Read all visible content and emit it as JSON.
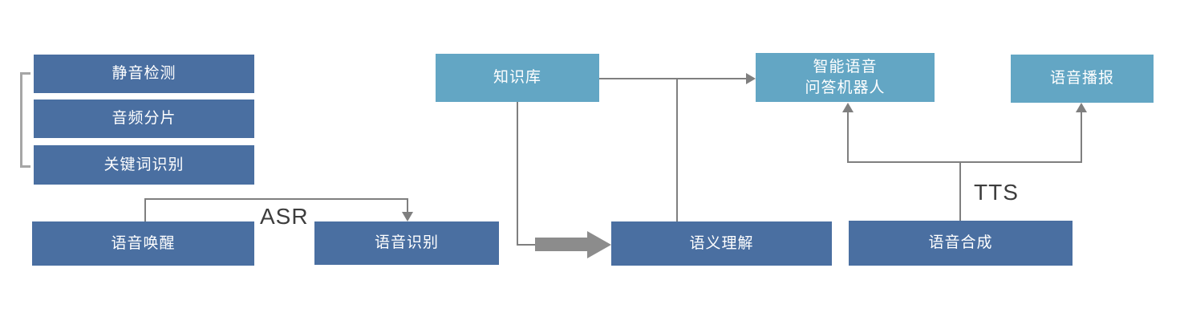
{
  "diagram": {
    "nodes": {
      "silence_detection": "静音检测",
      "audio_slicing": "音频分片",
      "keyword_recognition": "关键词识别",
      "voice_wakeup": "语音唤醒",
      "speech_recognition": "语音识别",
      "knowledge_base": "知识库",
      "semantic_understanding": "语义理解",
      "qa_robot_line1": "智能语音",
      "qa_robot_line2": "问答机器人",
      "voice_broadcast": "语音播报",
      "speech_synthesis": "语音合成"
    },
    "edge_labels": {
      "asr": "ASR",
      "tts": "TTS"
    },
    "colors": {
      "dark_box": "#4a6fa1",
      "light_box": "#63a6c4",
      "connector": "#7f7f7f",
      "thick_arrow": "#8c8c8c",
      "bracket": "#a6a6a6",
      "edge_label_text": "#3d3d3d",
      "box_text": "#ffffff",
      "background": "#ffffff"
    }
  }
}
